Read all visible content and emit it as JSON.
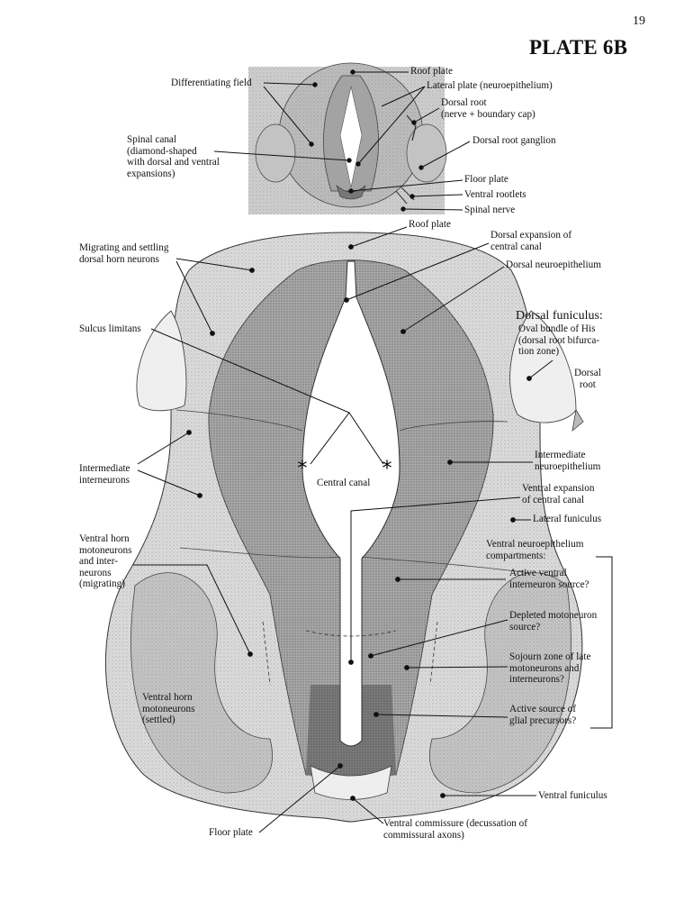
{
  "page_number": "19",
  "plate_title": "PLATE 6B",
  "labels": {
    "roof_plate_top": [
      "Roof plate"
    ],
    "differentiating_field": [
      "Differentiating field"
    ],
    "lateral_plate": [
      "Lateral plate (neuroepithelium)"
    ],
    "dorsal_root_top": [
      "Dorsal root",
      "(nerve + boundary cap)"
    ],
    "spinal_canal": [
      "Spinal canal",
      "(diamond-shaped",
      "with dorsal and ventral",
      "expansions)"
    ],
    "dorsal_root_ganglion": [
      "Dorsal root ganglion"
    ],
    "floor_plate_top": [
      "Floor plate"
    ],
    "ventral_rootlets": [
      "Ventral rootlets"
    ],
    "spinal_nerve": [
      "Spinal nerve"
    ],
    "roof_plate_main": [
      "Roof plate"
    ],
    "dorsal_expansion": [
      "Dorsal expansion of",
      "central canal"
    ],
    "dorsal_neuroepithelium": [
      "Dorsal neuroepithelium"
    ],
    "migrating_settling": [
      "Migrating and settling",
      "dorsal horn neurons"
    ],
    "sulcus_limitans": [
      "Sulcus limitans"
    ],
    "dorsal_funiculus_title": [
      "Dorsal funiculus:"
    ],
    "dorsal_funiculus_desc": [
      "Oval bundle of His",
      "(dorsal root bifurca-",
      "tion zone)"
    ],
    "dorsal_root_main": [
      "Dorsal",
      "root"
    ],
    "intermediate_interneurons": [
      "Intermediate",
      "interneurons"
    ],
    "central_canal": [
      "Central canal"
    ],
    "intermediate_neuroepithelium": [
      "Intermediate",
      "neuroepithelium"
    ],
    "ventral_expansion": [
      "Ventral expansion",
      "of central canal"
    ],
    "lateral_funiculus": [
      "Lateral funiculus"
    ],
    "ventral_horn_migrating": [
      "Ventral horn",
      "motoneurons",
      "and inter-",
      "neurons",
      "(migrating)"
    ],
    "ventral_ne_compartments": [
      "Ventral neuroepithelium",
      "compartments:"
    ],
    "active_ventral_interneuron": [
      "Active ventral",
      "interneuron source?"
    ],
    "depleted_motoneuron": [
      "Depleted motoneuron",
      "source?"
    ],
    "sojourn_zone": [
      "Sojourn zone of late",
      "motoneurons and",
      "interneurons?"
    ],
    "glial_precursors": [
      "Active source of",
      "glial precursors?"
    ],
    "ventral_horn_settled": [
      "Ventral horn",
      "motoneurons",
      "(settled)"
    ],
    "ventral_funiculus": [
      "Ventral funiculus"
    ],
    "floor_plate_main": [
      "Floor plate"
    ],
    "ventral_commissure": [
      "Ventral commissure (decussation of",
      "commissural axons)"
    ]
  },
  "colors": {
    "tissue_light": "#d9d9d9",
    "tissue_mid": "#b4b4b4",
    "tissue_dark": "#8f8f8f",
    "tissue_darker": "#6e6e6e",
    "funiculus": "#e6e6e6",
    "outline": "#333333",
    "leader": "#111111"
  }
}
